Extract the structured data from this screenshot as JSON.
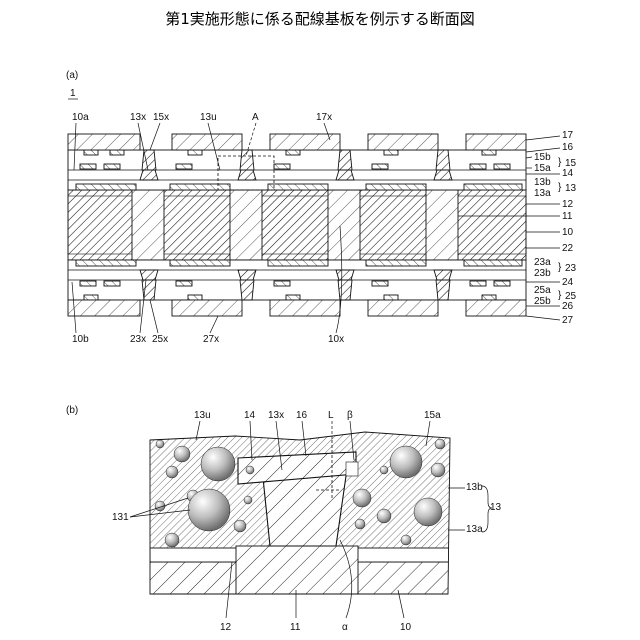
{
  "title": "第1実施形態に係る配線基板を例示する断面図",
  "panel_a": {
    "label": "(a)",
    "ref": "1",
    "top_labels": {
      "l10a": "10a",
      "l13x": "13x",
      "l15x": "15x",
      "l13u": "13u",
      "lA": "A",
      "l17x": "17x"
    },
    "right_labels": {
      "r17": "17",
      "r16": "16",
      "r15b": "15b",
      "r15": "15",
      "r15a": "15a",
      "r14": "14",
      "r13b": "13b",
      "r13": "13",
      "r13a": "13a",
      "r12": "12",
      "r11": "11",
      "r10": "10",
      "r22": "22",
      "r23a": "23a",
      "r23": "23",
      "r23b": "23b",
      "r24": "24",
      "r25a": "25a",
      "r25": "25",
      "r25b": "25b",
      "r26": "26",
      "r27": "27"
    },
    "bottom_labels": {
      "l10b": "10b",
      "l23x": "23x",
      "l25x": "25x",
      "l27x": "27x",
      "l10x": "10x"
    }
  },
  "panel_b": {
    "label": "(b)",
    "top_labels": {
      "l13u": "13u",
      "l14": "14",
      "l13x": "13x",
      "l16": "16",
      "lL": "L",
      "lbeta": "β",
      "l15a": "15a"
    },
    "side_labels": {
      "l131": "131",
      "l13b": "13b",
      "l13": "13",
      "l13a": "13a"
    },
    "bottom_labels": {
      "l12": "12",
      "l11": "11",
      "lalpha": "α",
      "l10": "10"
    }
  },
  "colors": {
    "ink": "#111111",
    "fill_light": "#f2f2f2",
    "fill_white": "#ffffff",
    "sphere_dark": "#7a7a7a",
    "sphere_light": "#e8e8e8"
  }
}
